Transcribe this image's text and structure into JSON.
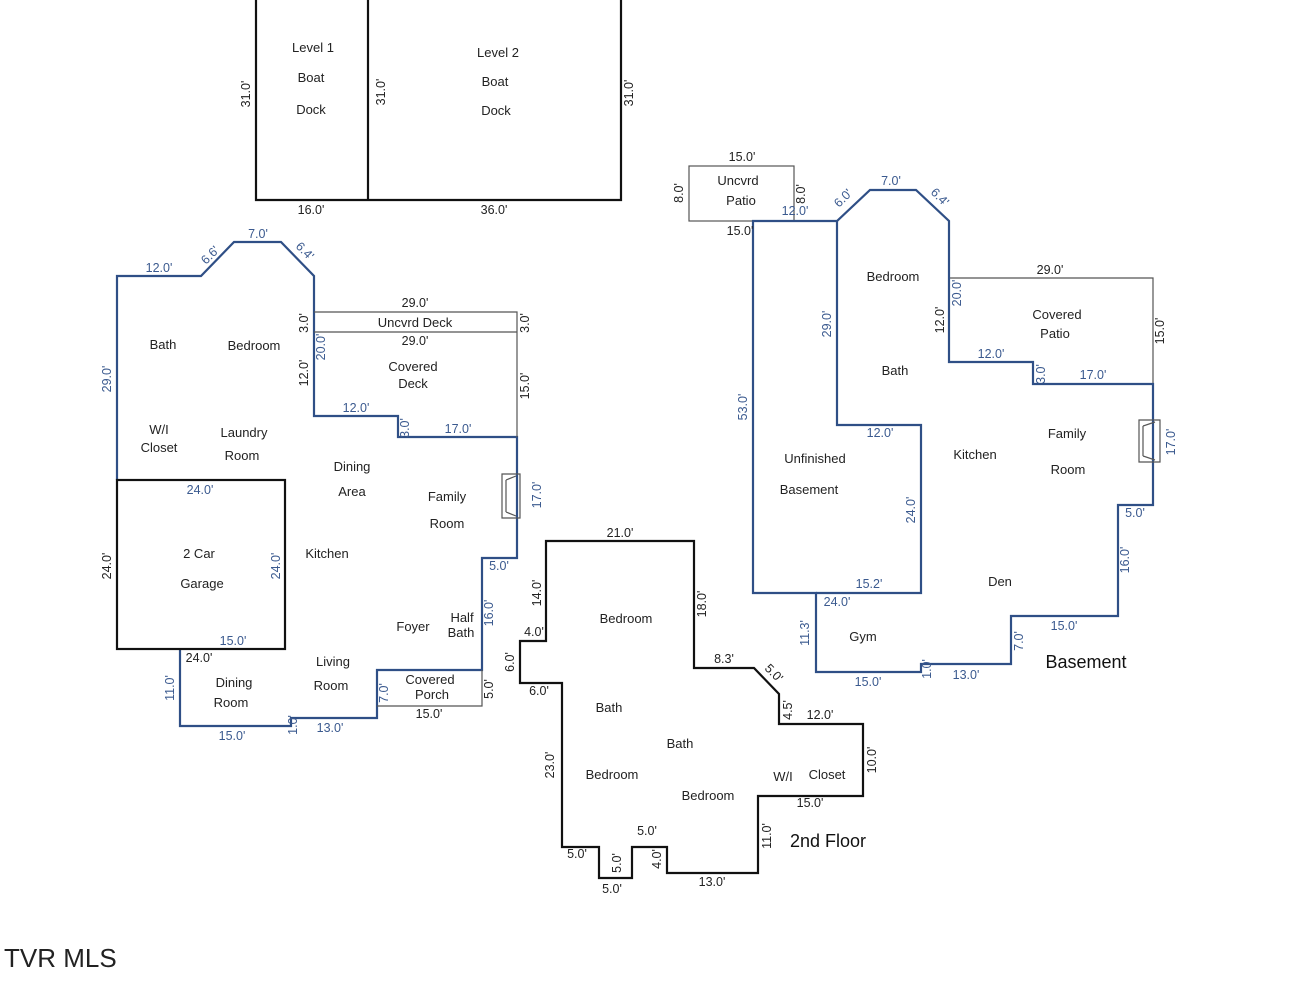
{
  "boat_dock": {
    "level1": [
      "Level 1",
      "Boat",
      "Dock"
    ],
    "level2": [
      "Level 2",
      "Boat",
      "Dock"
    ],
    "dims": {
      "left": "31.0'",
      "mid": "31.0'",
      "right": "31.0'",
      "bottom_left": "16.0'",
      "bottom_right": "36.0'"
    }
  },
  "main_floor": {
    "rooms": {
      "bath": "Bath",
      "bedroom": "Bedroom",
      "wi_closet": [
        "W/I",
        "Closet"
      ],
      "laundry": [
        "Laundry",
        "Room"
      ],
      "uncvrd_deck": "Uncvrd  Deck",
      "covered_deck": [
        "Covered",
        "Deck"
      ],
      "dining_area": [
        "Dining",
        "Area"
      ],
      "family_room": [
        "Family",
        "Room"
      ],
      "garage": [
        "2 Car",
        "Garage"
      ],
      "kitchen": "Kitchen",
      "foyer": "Foyer",
      "half_bath": [
        "Half",
        "Bath"
      ],
      "living_room": [
        "Living",
        "Room"
      ],
      "dining_room": [
        "Dining",
        "Room"
      ],
      "covered_porch": [
        "Covered",
        "Porch"
      ]
    },
    "dims": {
      "top_left": "12.0'",
      "diag_left": "6.6'",
      "top": "7.0'",
      "diag_right": "6.4'",
      "left": "29.0'",
      "deck_top": "29.0'",
      "deck_inner": "29.0'",
      "deck_left_h": "3.0'",
      "deck_right_h": "3.0'",
      "covered_left": "20.0'",
      "wall_12v": "12.0'",
      "deck_right_15": "15.0'",
      "step_12": "12.0'",
      "step_3": "3.0'",
      "step_17": "17.0'",
      "fireplace_17": "17.0'",
      "garage_top": "24.0'",
      "garage_left": "24.0'",
      "garage_right": "24.0'",
      "garage_bottom": "15.0'",
      "below_garage": "24.0'",
      "dining_left": "11.0'",
      "dining_bottom": "15.0'",
      "small_1": "1.0'",
      "bottom_13": "13.0'",
      "porch_7": "7.0'",
      "porch_bottom": "15.0'",
      "porch_5": "5.0'",
      "right_16": "16.0'",
      "right_5": "5.0'"
    }
  },
  "second_floor": {
    "title": "2nd Floor",
    "rooms": {
      "bedroom1": "Bedroom",
      "bath1": "Bath",
      "bath2": "Bath",
      "bedroom2": "Bedroom",
      "bedroom3": "Bedroom",
      "wi": "W/I",
      "closet": "Closet"
    },
    "dims": {
      "top": "21.0'",
      "left_14": "14.0'",
      "step_4": "4.0'",
      "step_6a": "6.0'",
      "step_6b": "6.0'",
      "left_23": "23.0'",
      "right_18": "18.0'",
      "d_83": "8.3'",
      "d_5": "5.0'",
      "d_45": "4.5'",
      "d_12": "12.0'",
      "d_10": "10.0'",
      "d_15": "15.0'",
      "d_11": "11.0'",
      "bottom_13": "13.0'",
      "b_5a": "5.0'",
      "b_5b": "5.0'",
      "b_5c": "5.0'",
      "b_5d": "5.0'",
      "b_4": "4.0'"
    }
  },
  "basement": {
    "title": "Basement",
    "rooms": {
      "uncvrd_patio": [
        "Uncvrd",
        "Patio"
      ],
      "bedroom": "Bedroom",
      "covered_patio": [
        "Covered",
        "Patio"
      ],
      "bath": "Bath",
      "kitchen": "Kitchen",
      "family_room": [
        "Family",
        "Room"
      ],
      "unfinished": [
        "Unfinished",
        "Basement"
      ],
      "den": "Den",
      "gym": "Gym"
    },
    "dims": {
      "patio_top": "15.0'",
      "patio_left": "8.0'",
      "patio_right": "8.0'",
      "patio_bottom": "15.0'",
      "top_12": "12.0'",
      "diag_6": "6.0'",
      "top_7": "7.0'",
      "diag_64": "6.4'",
      "left_53": "53.0'",
      "inner_29": "29.0'",
      "right_12": "12.0'",
      "cov_20": "20.0'",
      "cov_29": "29.0'",
      "cov_15": "15.0'",
      "step_12": "12.0'",
      "step_3": "3.0'",
      "step_17": "17.0'",
      "fire_17": "17.0'",
      "inner_12": "12.0'",
      "inner_24": "24.0'",
      "inner_152": "15.2'",
      "gym_24": "24.0'",
      "gym_113": "11.3'",
      "gym_15": "15.0'",
      "small_1": "1.0'",
      "bot_13": "13.0'",
      "step_7": "7.0'",
      "bot_15": "15.0'",
      "right_16": "16.0'",
      "right_5": "5.0'"
    }
  },
  "watermark": "TVR MLS"
}
